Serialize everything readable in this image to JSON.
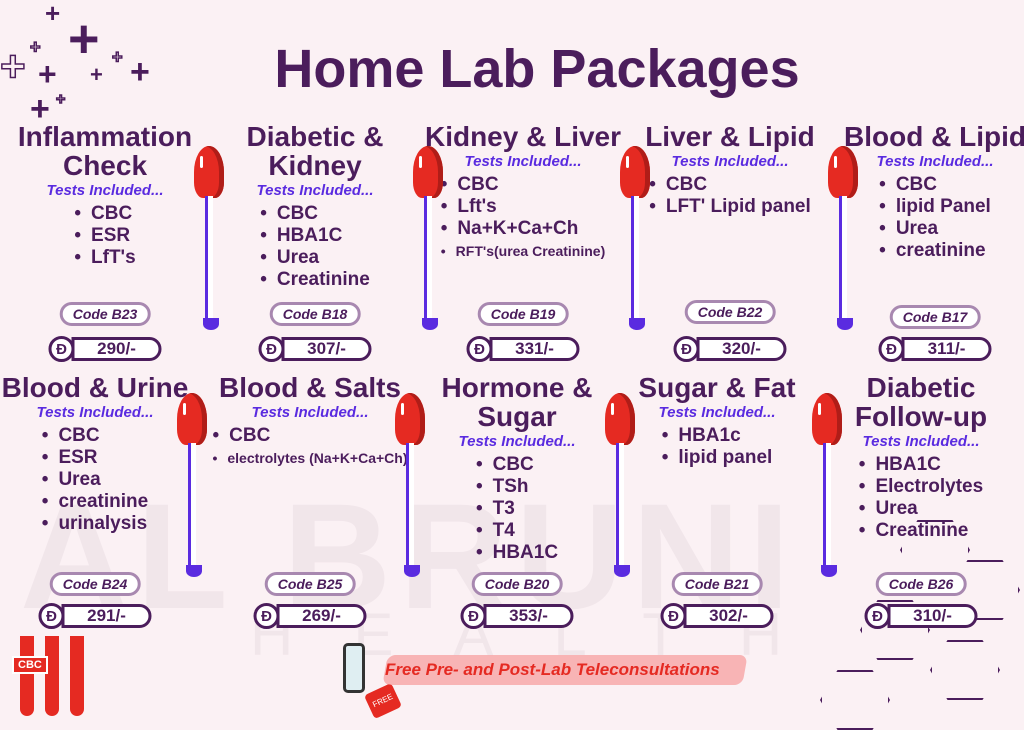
{
  "title": "Home Lab Packages",
  "tests_label": "Tests Included...",
  "currency_symbol": "Đ",
  "banner": "Free Pre- and Post-Lab Teleconsultations",
  "free_tag": "FREE",
  "cbc_label": "CBC",
  "watermark": "AL BRUNI",
  "watermark_sub": "HEALTH",
  "packages": [
    {
      "name": "Inflammation Check",
      "tests": [
        "CBC",
        "ESR",
        "LfT's"
      ],
      "code": "Code B23",
      "price": "290/-"
    },
    {
      "name": "Diabetic & Kidney",
      "tests": [
        "CBC",
        "HBA1C",
        "Urea",
        "Creatinine"
      ],
      "code": "Code B18",
      "price": "307/-"
    },
    {
      "name": "Kidney & Liver",
      "tests": [
        "CBC",
        "Lft's",
        "Na+K+Ca+Ch",
        "RFT's(urea Creatinine)"
      ],
      "code": "Code B19",
      "price": "331/-"
    },
    {
      "name": "Liver & Lipid",
      "tests": [
        "CBC",
        "LFT' Lipid panel"
      ],
      "code": "Code B22",
      "price": "320/-"
    },
    {
      "name": "Blood & Lipid",
      "tests": [
        "CBC",
        "lipid Panel",
        "Urea",
        "creatinine"
      ],
      "code": "Code B17",
      "price": "311/-"
    },
    {
      "name": "Blood & Urine",
      "tests": [
        "CBC",
        "ESR",
        "Urea",
        "creatinine",
        "urinalysis"
      ],
      "code": "Code B24",
      "price": "291/-"
    },
    {
      "name": "Blood & Salts",
      "tests": [
        "CBC",
        "electrolytes (Na+K+Ca+Ch)"
      ],
      "code": "Code B25",
      "price": "269/-"
    },
    {
      "name": "Hormone & Sugar",
      "tests": [
        "CBC",
        "TSh",
        "T3",
        "T4",
        "HBA1C"
      ],
      "code": "Code B20",
      "price": "353/-"
    },
    {
      "name": "Sugar & Fat",
      "tests": [
        "HBA1c",
        "lipid panel"
      ],
      "code": "Code B21",
      "price": "302/-"
    },
    {
      "name": "Diabetic Follow-up",
      "tests": [
        "HBA1C",
        "Electrolytes",
        "Urea",
        "Creatinine"
      ],
      "code": "Code B26",
      "price": "310/-"
    }
  ]
}
